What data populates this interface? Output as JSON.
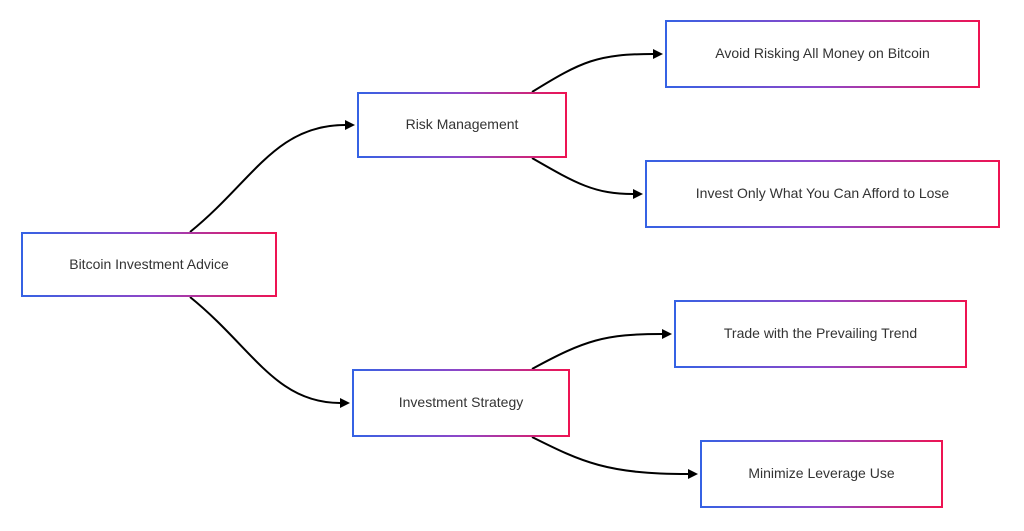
{
  "diagram": {
    "type": "mindmap",
    "nodes": [
      {
        "id": "root",
        "label": "Bitcoin Investment Advice"
      },
      {
        "id": "risk-management",
        "label": "Risk Management"
      },
      {
        "id": "investment-strategy",
        "label": "Investment Strategy"
      },
      {
        "id": "avoid-risking-all",
        "label": "Avoid Risking All Money on Bitcoin"
      },
      {
        "id": "invest-only-affordable",
        "label": "Invest Only What You Can Afford to Lose"
      },
      {
        "id": "trade-with-trend",
        "label": "Trade with the Prevailing Trend"
      },
      {
        "id": "minimize-leverage",
        "label": "Minimize Leverage Use"
      }
    ],
    "edges": [
      {
        "from": "Bitcoin Investment Advice",
        "to": "Risk Management"
      },
      {
        "from": "Bitcoin Investment Advice",
        "to": "Investment Strategy"
      },
      {
        "from": "Risk Management",
        "to": "Avoid Risking All Money on Bitcoin"
      },
      {
        "from": "Risk Management",
        "to": "Invest Only What You Can Afford to Lose"
      },
      {
        "from": "Investment Strategy",
        "to": "Trade with the Prevailing Trend"
      },
      {
        "from": "Investment Strategy",
        "to": "Minimize Leverage Use"
      }
    ],
    "colors": {
      "border_gradient_start": "#3562e4",
      "border_gradient_mid": "#8f46c8",
      "border_gradient_end": "#ee1352",
      "edge_stroke": "#000000",
      "node_fill": "#ffffff",
      "text": "#333333",
      "background": "#ffffff"
    }
  }
}
